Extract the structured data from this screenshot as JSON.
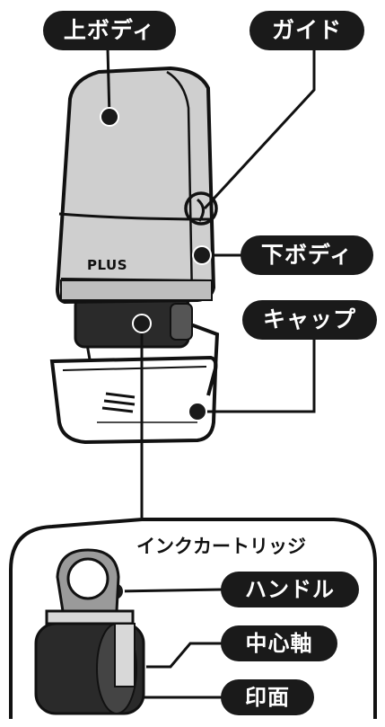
{
  "labels": {
    "upper_body": "上ボディ",
    "guide": "ガイド",
    "lower_body": "下ボディ",
    "cap": "キャップ",
    "cartridge_heading": "インクカートリッジ",
    "handle": "ハンドル",
    "center_axis": "中心軸",
    "print_surface": "印面"
  },
  "brand_text": "PLUS",
  "colors": {
    "label_bg": "#1a1a1a",
    "label_text": "#ffffff",
    "body_gray": "#cfcfcf",
    "roller_dark": "#2a2a2a",
    "outline": "#111111"
  }
}
